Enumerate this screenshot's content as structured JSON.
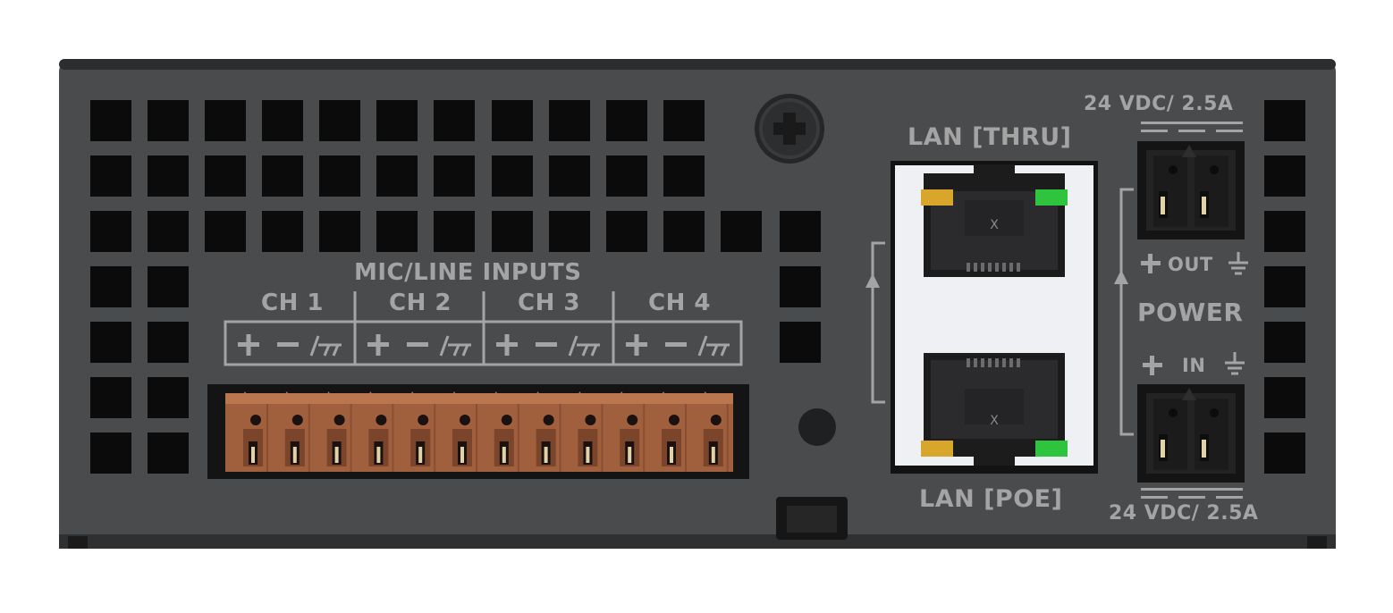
{
  "panel": {
    "mic_line_title": "MIC/LINE INPUTS",
    "channels": [
      "CH 1",
      "CH 2",
      "CH 3",
      "CH 4"
    ],
    "lan_thru": "LAN [THRU]",
    "lan_poe": "LAN [POE]",
    "power_label": "POWER",
    "rating_top": "24 VDC/ 2.5A",
    "rating_bottom": "24 VDC/ 2.5A",
    "out_label": "OUT",
    "in_label": "IN",
    "port_mark": "X"
  },
  "colors": {
    "chassis": "#4a4b4d",
    "label": "#a4a4a4",
    "vent": "#0b0b0b",
    "terminal_block": "#a0603e",
    "led_amber": "#d9a62c",
    "led_green": "#2fc43d"
  }
}
